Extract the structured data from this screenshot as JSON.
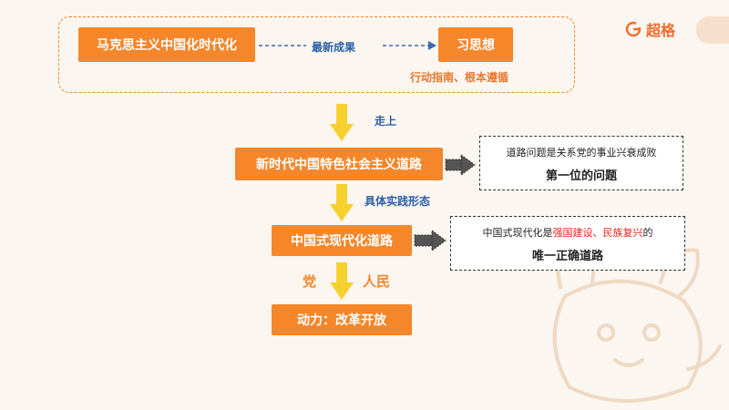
{
  "logo": {
    "text": "超格"
  },
  "top": {
    "left_box": "马克思主义中国化时代化",
    "connector_label": "最新成果",
    "right_box": "习思想",
    "right_caption": "行动指南、根本遵循"
  },
  "step1": {
    "arrow_label": "走上",
    "box": "新时代中国特色社会主义道路"
  },
  "note1": {
    "line1": "道路问题是关系党的事业兴衰成败",
    "line2": "第一位的问题"
  },
  "step2": {
    "arrow_label": "具体实践形态",
    "box": "中国式现代化道路"
  },
  "note2": {
    "line1_prefix": "中国式现代化是",
    "line1_highlight": "强国建设、民族复兴",
    "line1_suffix": "的",
    "line2": "唯一正确道路"
  },
  "step3": {
    "left_label": "党",
    "right_label": "人民",
    "box": "动力：改革开放"
  },
  "colors": {
    "orange": "#F5862A",
    "yellow_arrow": "#F6D02E",
    "blue": "#2B5FA8",
    "red": "#E8221D",
    "background": "#FBF6EF"
  }
}
